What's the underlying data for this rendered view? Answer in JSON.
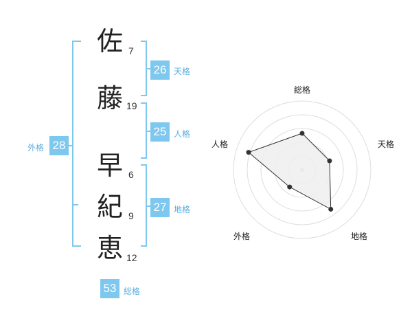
{
  "name": {
    "chars": [
      {
        "char": "佐",
        "strokes": "7"
      },
      {
        "char": "藤",
        "strokes": "19"
      },
      {
        "char": "早",
        "strokes": "6"
      },
      {
        "char": "紀",
        "strokes": "9"
      },
      {
        "char": "恵",
        "strokes": "12"
      }
    ]
  },
  "fortune": {
    "tenkaku": {
      "value": "26",
      "label": "天格"
    },
    "jinkaku": {
      "value": "25",
      "label": "人格"
    },
    "chikaku": {
      "value": "27",
      "label": "地格"
    },
    "gaikaku": {
      "value": "28",
      "label": "外格"
    },
    "soukaku": {
      "value": "53",
      "label": "総格"
    }
  },
  "colors": {
    "accent": "#7ec8ef",
    "accent_text": "#5aaee0",
    "bracket": "#7ec8ef",
    "radar_grid": "#dddddd",
    "radar_fill": "#efefef",
    "radar_line": "#333333"
  },
  "chart_data": {
    "type": "radar",
    "axes": [
      "総格",
      "天格",
      "地格",
      "外格",
      "人格"
    ],
    "values": [
      0.53,
      0.42,
      0.71,
      0.31,
      0.82
    ],
    "rings": 5,
    "grid": true
  }
}
